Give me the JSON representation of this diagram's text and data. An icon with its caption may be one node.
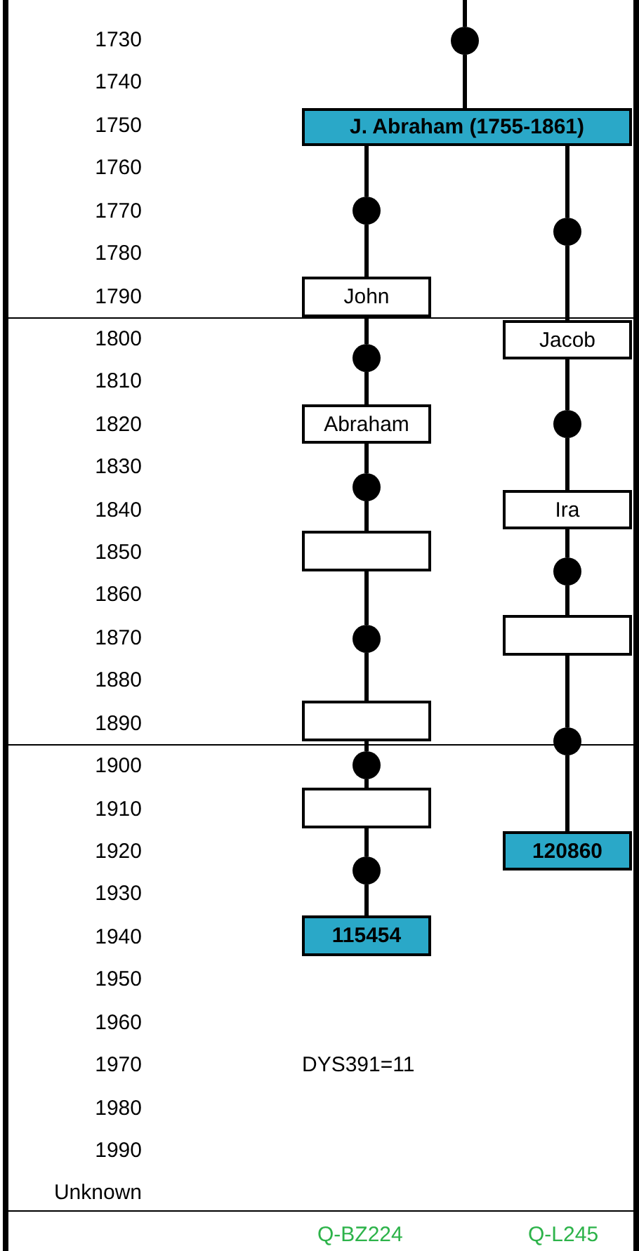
{
  "diagram": {
    "nodes": [
      {
        "text": [],
        "shape": "circle"
      },
      {
        "text": [
          "J. Abraham (1755-1861)"
        ]
      },
      {
        "text": [],
        "shape": "circle"
      },
      {
        "text": [],
        "shape": "circle"
      },
      {
        "text": [
          "John"
        ]
      },
      {
        "text": [
          "Jacob"
        ]
      },
      {
        "text": [],
        "shape": "circle"
      },
      {
        "text": [
          "Abraham"
        ]
      },
      {
        "text": [],
        "shape": "circle"
      },
      {
        "text": [],
        "shape": "circle"
      },
      {
        "text": [
          "Ira"
        ]
      },
      {
        "text": [],
        "shape": "box"
      },
      {
        "text": [],
        "shape": "circle"
      },
      {
        "text": [],
        "shape": "box"
      },
      {
        "text": [],
        "shape": "circle"
      },
      {
        "text": [],
        "shape": "box"
      },
      {
        "text": [],
        "shape": "circle"
      },
      {
        "text": [],
        "shape": "circle"
      },
      {
        "text": [],
        "shape": "box"
      },
      {
        "text": [
          "120860"
        ]
      },
      {
        "text": [],
        "shape": "circle"
      },
      {
        "text": [
          "115454"
        ]
      }
    ],
    "edges": [
      {
        "from": null,
        "to": 0,
        "arrow": "none"
      },
      {
        "from": 0,
        "to": 1,
        "arrow": "none"
      },
      {
        "from": 1,
        "to": 2,
        "arrow": "none"
      },
      {
        "from": 2,
        "to": 4,
        "arrow": "none"
      },
      {
        "from": 4,
        "to": 6,
        "arrow": "none"
      },
      {
        "from": 6,
        "to": 7,
        "arrow": "none"
      },
      {
        "from": 7,
        "to": 9,
        "arrow": "none"
      },
      {
        "from": 9,
        "to": 11,
        "arrow": "none"
      },
      {
        "from": 11,
        "to": 14,
        "arrow": "none"
      },
      {
        "from": 14,
        "to": 15,
        "arrow": "none"
      },
      {
        "from": 15,
        "to": 17,
        "arrow": "none"
      },
      {
        "from": 17,
        "to": 18,
        "arrow": "none"
      },
      {
        "from": 18,
        "to": 20,
        "arrow": "none"
      },
      {
        "from": 20,
        "to": 21,
        "arrow": "none"
      },
      {
        "from": 1,
        "to": 3,
        "arrow": "none"
      },
      {
        "from": 3,
        "to": 5,
        "arrow": "none"
      },
      {
        "from": 5,
        "to": 8,
        "arrow": "none"
      },
      {
        "from": 8,
        "to": 10,
        "arrow": "none"
      },
      {
        "from": 10,
        "to": 12,
        "arrow": "none"
      },
      {
        "from": 12,
        "to": 13,
        "arrow": "none"
      },
      {
        "from": 13,
        "to": 16,
        "arrow": "none"
      },
      {
        "from": 16,
        "to": 19,
        "arrow": "none"
      }
    ],
    "labels": [
      "1730",
      "1740",
      "1750",
      "1760",
      "1770",
      "1780",
      "1790",
      "1800",
      "1810",
      "1820",
      "1830",
      "1840",
      "1850",
      "1860",
      "1870",
      "1880",
      "1890",
      "1900",
      "1910",
      "1920",
      "1930",
      "1940",
      "1950",
      "1960",
      "1970",
      "1980",
      "1990",
      "Unknown",
      "DYS391=11",
      "Q-BZ224",
      "Q-L245"
    ]
  }
}
